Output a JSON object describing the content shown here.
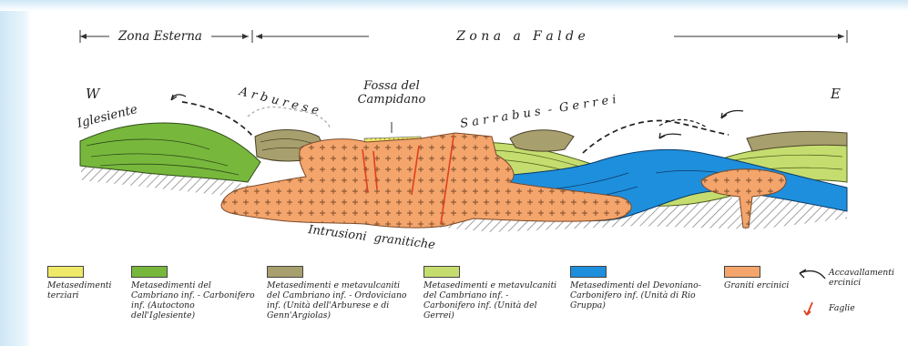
{
  "header": {
    "zona_esterna": "Zona Esterna",
    "zona_a_falde": "Z o n a   a   F a l d e"
  },
  "section": {
    "west": "W",
    "east": "E",
    "iglesiente": "Iglesiente",
    "arburese": "A r b u r e s e",
    "fossa_line1": "Fossa del",
    "fossa_line2": "Campidano",
    "sarrabus": "S a r r a b u s  -  G e r r e i",
    "intrusioni": "Intrusioni  granitiche"
  },
  "legend": [
    {
      "text": "Metasedimenti terziari",
      "color": "#e9e87a"
    },
    {
      "text": "Metasedimenti del Cambriano inf. - Carbonifero inf. (Autoctono dell'Iglesiente)",
      "color": "#77b83c"
    },
    {
      "text": "Metasedimenti e metavulcaniti del Cambriano inf. - Ordoviciano inf. (Unità dell'Arburese e di Genn'Argiolas)",
      "color": "#a89f6e"
    },
    {
      "text": "Metasedimenti e metavulcaniti del Cambriano inf. - Carbonifero inf. (Unità del Gerrei)",
      "color": "#c5dd6e"
    },
    {
      "text": "Metasedimenti del Devoniano-Carbonifero inf. (Unità di Rio Gruppa)",
      "color": "#1e8fdc"
    },
    {
      "text": "Graniti ercinici",
      "color": "#f4a56c"
    },
    {
      "text": "Accavallamenti ercinici",
      "icon": "thrust-arrow-icon"
    },
    {
      "text": "Faglie",
      "icon": "fault-icon",
      "color": "#e0401e"
    }
  ]
}
